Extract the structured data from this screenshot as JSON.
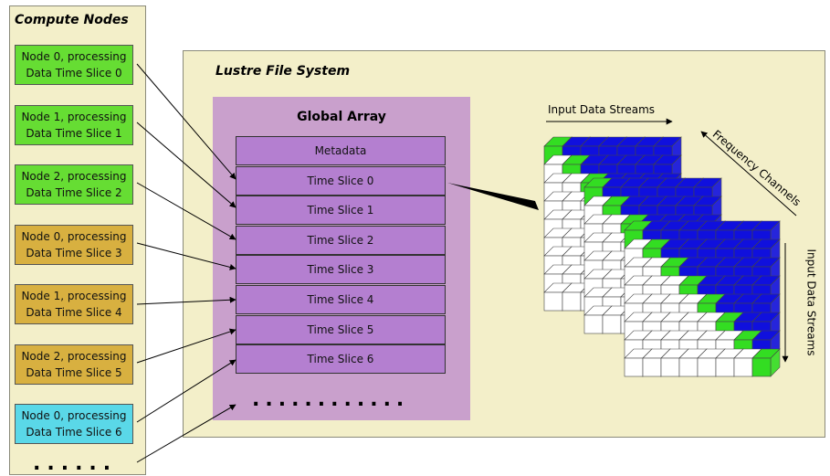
{
  "compute_nodes": {
    "title": "Compute Nodes",
    "nodes": [
      {
        "line1": "Node 0, processing",
        "line2": "Data Time Slice 0",
        "color": "#66dd33"
      },
      {
        "line1": "Node 1, processing",
        "line2": "Data Time Slice 1",
        "color": "#66dd33"
      },
      {
        "line1": "Node 2, processing",
        "line2": "Data Time Slice 2",
        "color": "#66dd33"
      },
      {
        "line1": "Node 0, processing",
        "line2": "Data Time Slice 3",
        "color": "#d8b040"
      },
      {
        "line1": "Node 1, processing",
        "line2": "Data Time Slice 4",
        "color": "#d8b040"
      },
      {
        "line1": "Node 2, processing",
        "line2": "Data Time Slice 5",
        "color": "#d8b040"
      },
      {
        "line1": "Node 0, processing",
        "line2": "Data Time Slice 6",
        "color": "#5ad8e8"
      }
    ],
    "more": "......"
  },
  "lustre": {
    "title": "Lustre File System",
    "global_array": {
      "title": "Global Array",
      "rows": [
        "Metadata",
        "Time Slice 0",
        "Time Slice 1",
        "Time Slice 2",
        "Time Slice 3",
        "Time Slice 4",
        "Time Slice 5",
        "Time Slice 6"
      ],
      "more": "............"
    },
    "cube_labels": {
      "top": "Input Data Streams",
      "diagonal": "Frequency Channels",
      "right": "Input Data Streams"
    }
  },
  "colors": {
    "blue": "#1010dd",
    "green": "#33dd22",
    "white": "#ffffff"
  }
}
